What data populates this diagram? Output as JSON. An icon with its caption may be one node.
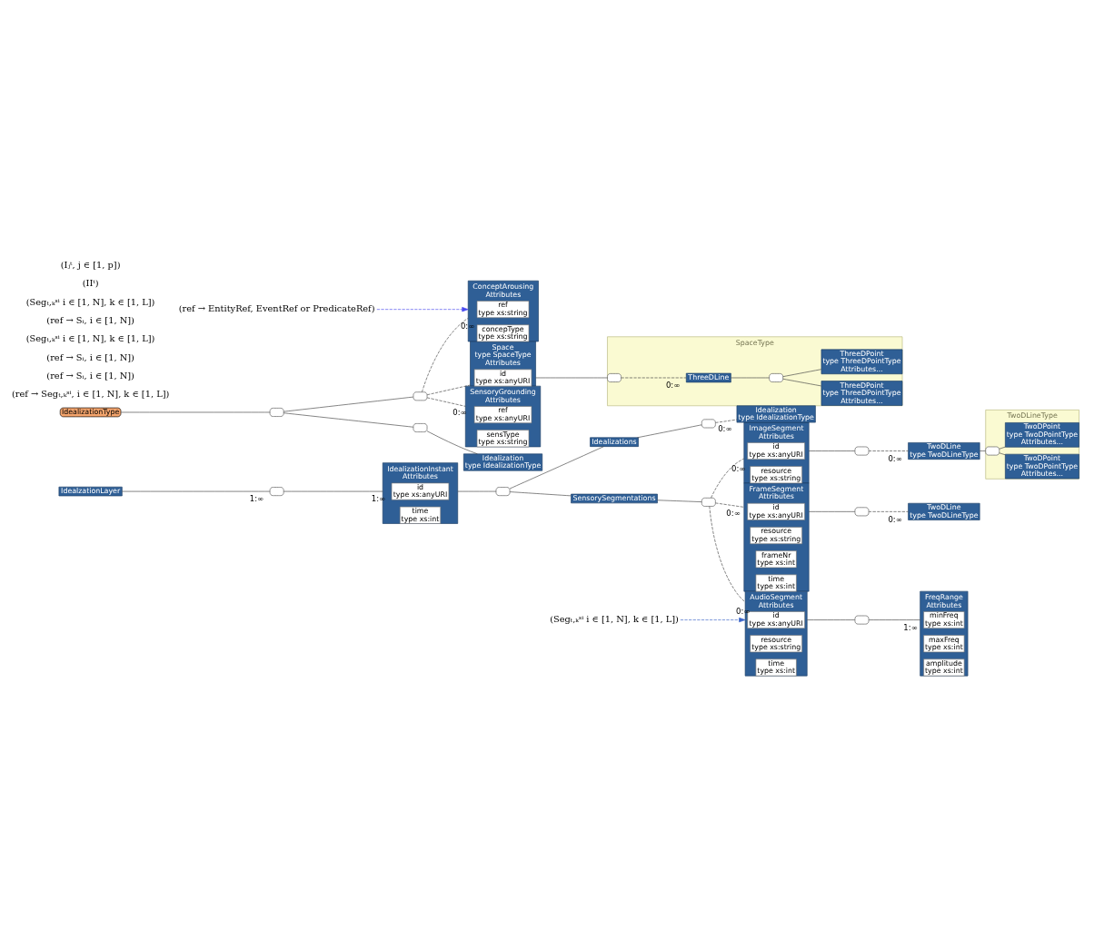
{
  "diagram": {
    "nodes": [
      {
        "text": [
          "IdealzationLayer"
        ]
      },
      {
        "text": [],
        "shape": "box"
      },
      {
        "text": [
          "IdealizationInstant",
          "Attributes"
        ]
      },
      {
        "text": [
          "id",
          "type xs:anyURI"
        ],
        "in": 2
      },
      {
        "text": [
          "time",
          "type xs:int"
        ],
        "in": 2
      },
      {
        "text": [],
        "shape": "box"
      },
      {
        "text": [
          "Idealizations"
        ]
      },
      {
        "text": [],
        "shape": "box"
      },
      {
        "text": [
          "Idealization",
          "type IdealizationType"
        ]
      },
      {
        "text": [
          "SensorySegmentations"
        ]
      },
      {
        "text": [],
        "shape": "box"
      },
      {
        "text": [
          "ImageSegment",
          "Attributes"
        ]
      },
      {
        "text": [
          "id",
          "type xs:anyURI"
        ],
        "in": 11
      },
      {
        "text": [
          "resource",
          "type xs:string"
        ],
        "in": 11
      },
      {
        "text": [],
        "shape": "box"
      },
      {
        "text": [
          "TwoDLine",
          "type TwoDLineType"
        ]
      },
      {
        "text": [
          "TwoDLineType"
        ]
      },
      {
        "text": [],
        "shape": "box",
        "in": 16
      },
      {
        "text": [
          "TwoDPoint",
          "type TwoDPointType",
          "Attributes..."
        ],
        "in": 16
      },
      {
        "text": [
          "TwoDPoint",
          "type TwoDPointType",
          "Attributes..."
        ],
        "in": 16
      },
      {
        "text": [
          "FrameSegment",
          "Attributes"
        ]
      },
      {
        "text": [
          "id",
          "type xs:anyURI"
        ],
        "in": 20
      },
      {
        "text": [
          "resource",
          "type xs:string"
        ],
        "in": 20
      },
      {
        "text": [
          "frameNr",
          "type xs:int"
        ],
        "in": 20
      },
      {
        "text": [
          "time",
          "type xs:int"
        ],
        "in": 20
      },
      {
        "text": [],
        "shape": "box"
      },
      {
        "text": [
          "TwoDLine",
          "type TwoDLineType"
        ]
      },
      {
        "text": [
          "AudioSegment",
          "Attributes"
        ]
      },
      {
        "text": [
          "id",
          "type xs:anyURI"
        ],
        "in": 27
      },
      {
        "text": [
          "resource",
          "type xs:string"
        ],
        "in": 27
      },
      {
        "text": [
          "time",
          "type xs:int"
        ],
        "in": 27
      },
      {
        "text": [],
        "shape": "box"
      },
      {
        "text": [
          "FreqRange",
          "Attributes"
        ]
      },
      {
        "text": [
          "minFreq",
          "type xs:int"
        ],
        "in": 32
      },
      {
        "text": [
          "maxFreq",
          "type xs:int"
        ],
        "in": 32
      },
      {
        "text": [
          "amplitude",
          "type xs:int"
        ],
        "in": 32
      },
      {
        "text": [
          "(Segₜ,ₖˢⁱ i ∈ [1, N], k ∈ [1, L])"
        ]
      },
      {
        "text": [
          "(ref → EntityRef, EventRef or PredicateRef)"
        ]
      },
      {
        "text": [
          "IdealizationType"
        ]
      },
      {
        "text": [],
        "shape": "box"
      },
      {
        "text": [],
        "shape": "box"
      },
      {
        "text": [
          "Idealization",
          "type IdealizationType"
        ]
      },
      {
        "text": [],
        "shape": "box"
      },
      {
        "text": [
          "ConceptArousing",
          "Attributes"
        ]
      },
      {
        "text": [
          "ref",
          "type xs:string"
        ],
        "in": 43
      },
      {
        "text": [
          "concepType",
          "type xs:string"
        ],
        "in": 43
      },
      {
        "text": [
          "Space",
          "type SpaceType",
          "Attributes"
        ]
      },
      {
        "text": [
          "id",
          "type xs:anyURI"
        ],
        "in": 46
      },
      {
        "text": [
          "SpaceType"
        ]
      },
      {
        "text": [],
        "shape": "box",
        "in": 48
      },
      {
        "text": [
          "ThreeDLine"
        ],
        "in": 48
      },
      {
        "text": [],
        "shape": "box",
        "in": 48
      },
      {
        "text": [
          "ThreeDPoint",
          "type ThreeDPointType",
          "Attributes..."
        ],
        "in": 48
      },
      {
        "text": [
          "ThreeDPoint",
          "type ThreeDPointType",
          "Attributes..."
        ],
        "in": 48
      },
      {
        "text": [
          "SensoryGrounding",
          "Attributes"
        ]
      },
      {
        "text": [
          "ref",
          "type xs:anyURI"
        ],
        "in": 54
      },
      {
        "text": [
          "sensType",
          "type xs:string"
        ],
        "in": 54
      }
    ],
    "edges": [
      {
        "from": 0,
        "to": 1,
        "arrow": "none",
        "label": "1:∞"
      },
      {
        "from": 1,
        "to": 2,
        "arrow": "none",
        "label": "1:∞"
      },
      {
        "from": 2,
        "to": 5,
        "arrow": "none"
      },
      {
        "from": 5,
        "to": 6,
        "arrow": "none"
      },
      {
        "from": 5,
        "to": 9,
        "arrow": "none"
      },
      {
        "from": 6,
        "to": 7,
        "arrow": "none"
      },
      {
        "from": 7,
        "to": 8,
        "arrow": "none",
        "label": "0:∞",
        "style": "dashed"
      },
      {
        "from": 9,
        "to": 10,
        "arrow": "none"
      },
      {
        "from": 10,
        "to": 11,
        "arrow": "none",
        "label": "0:∞",
        "style": "dashed"
      },
      {
        "from": 10,
        "to": 20,
        "arrow": "none",
        "label": "0:∞",
        "style": "dashed"
      },
      {
        "from": 10,
        "to": 27,
        "arrow": "none",
        "label": "0:∞",
        "style": "dashed"
      },
      {
        "from": 11,
        "to": 14,
        "arrow": "none"
      },
      {
        "from": 14,
        "to": 15,
        "arrow": "none",
        "label": "0:∞",
        "style": "dashed"
      },
      {
        "from": 15,
        "to": 17,
        "arrow": "none"
      },
      {
        "from": 17,
        "to": 18,
        "arrow": "none"
      },
      {
        "from": 17,
        "to": 19,
        "arrow": "none"
      },
      {
        "from": 20,
        "to": 25,
        "arrow": "none"
      },
      {
        "from": 25,
        "to": 26,
        "arrow": "none",
        "label": "0:∞",
        "style": "dashed"
      },
      {
        "from": 27,
        "to": 31,
        "arrow": "none"
      },
      {
        "from": 31,
        "to": 32,
        "arrow": "none",
        "label": "1:∞"
      },
      {
        "from": 36,
        "to": 27,
        "arrow": "to",
        "style": "dashed",
        "color": "#3a64c8"
      },
      {
        "from": 37,
        "to": 43,
        "arrow": "to",
        "style": "dashed",
        "color": "#4a4af0"
      },
      {
        "from": 38,
        "to": 39,
        "arrow": "none"
      },
      {
        "from": 39,
        "to": 40,
        "arrow": "none"
      },
      {
        "from": 39,
        "to": 42,
        "arrow": "none"
      },
      {
        "from": 40,
        "to": 41,
        "arrow": "none"
      },
      {
        "from": 42,
        "to": 43,
        "arrow": "none",
        "label": "0:∞",
        "style": "dashed"
      },
      {
        "from": 42,
        "to": 46,
        "arrow": "none",
        "style": "dashed"
      },
      {
        "from": 42,
        "to": 54,
        "arrow": "none",
        "label": "0:∞",
        "style": "dashed"
      },
      {
        "from": 46,
        "to": 49,
        "arrow": "none"
      },
      {
        "from": 49,
        "to": 50,
        "arrow": "none",
        "label": "0:∞",
        "style": "dashed"
      },
      {
        "from": 50,
        "to": 51,
        "arrow": "none"
      },
      {
        "from": 51,
        "to": 52,
        "arrow": "none"
      },
      {
        "from": 51,
        "to": 53,
        "arrow": "none"
      }
    ],
    "labels": [
      "(Iⱼᵗ, j ∈ [1, p])",
      "(IIᵗ)",
      "(Segₜ,ₖˢⁱ i ∈ [1, N], k ∈ [1, L])",
      "(ref → Sᵢ, i ∈ [1, N])",
      "(Segₜ,ₖˢⁱ i ∈ [1, N], k ∈ [1, L])",
      "(ref → Sᵢ, i ∈ [1, N])",
      "(ref → Sᵢ, i ∈ [1, N])",
      "(ref → Segₜ,ₖˢⁱ, i ∈ [1, N], k ∈ [1, L])"
    ]
  }
}
